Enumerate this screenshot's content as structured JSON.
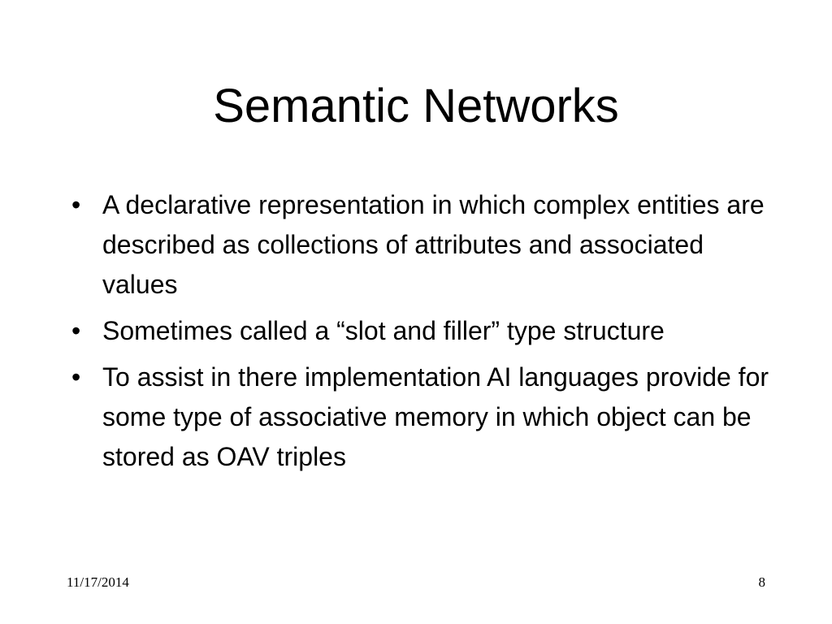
{
  "slide": {
    "title": "Semantic Networks",
    "bullets": [
      {
        "text": "A declarative representation in which complex entities are described as collections of attributes and associated values"
      },
      {
        "text": "Sometimes called a “slot and filler” type structure"
      },
      {
        "text": "To assist in there implementation AI languages provide for some type of associative memory in which object can be stored as OAV triples"
      }
    ],
    "bullet_glyph": "•",
    "footer": {
      "date": "11/17/2014",
      "page_number": "8"
    }
  }
}
